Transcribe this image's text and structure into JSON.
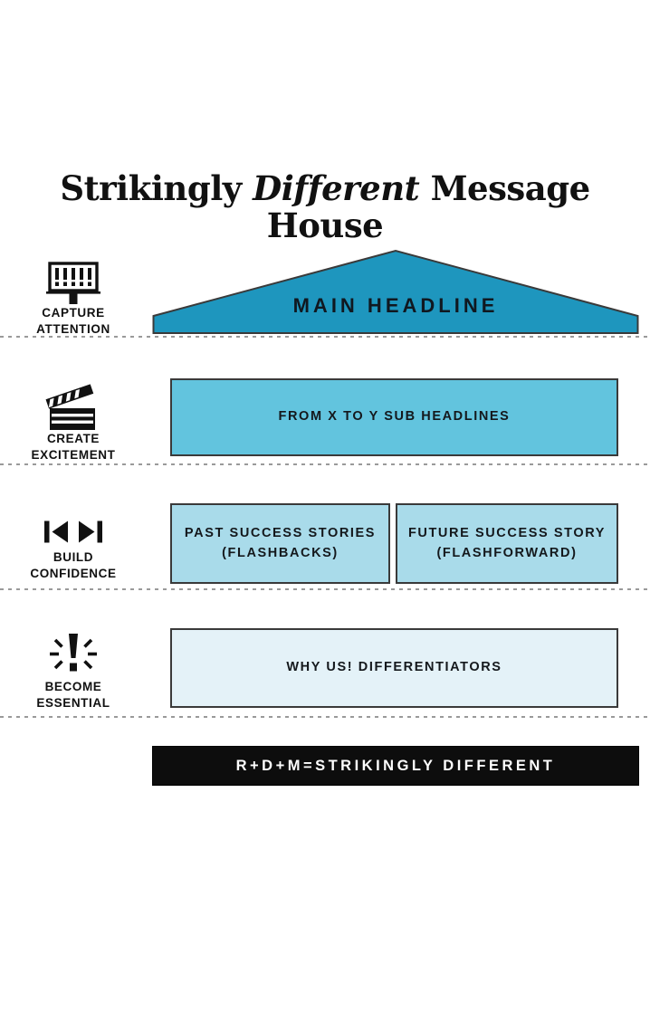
{
  "title": {
    "part1": "Strikingly ",
    "part2_italic": "Different",
    "part3": " Message House"
  },
  "sections": [
    {
      "icon": "billboard-icon",
      "label1": "CAPTURE",
      "label2": "ATTENTION",
      "box": "MAIN HEADLINE"
    },
    {
      "icon": "clapperboard-icon",
      "label1": "CREATE",
      "label2": "EXCITEMENT",
      "box": "FROM X TO Y SUB HEADLINES"
    },
    {
      "icon": "skip-back-forward-icon",
      "label1": "BUILD",
      "label2": "CONFIDENCE",
      "box_left1": "PAST SUCCESS STORIES",
      "box_left2": "(FLASHBACKS)",
      "box_right1": "FUTURE SUCCESS STORY",
      "box_right2": "(FLASHFORWARD)"
    },
    {
      "icon": "exclamation-burst-icon",
      "label1": "BECOME",
      "label2": "ESSENTIAL",
      "box": "WHY US! DIFFERENTIATORS"
    }
  ],
  "footer": {
    "text": "R+D+M=STRIKINGLY DIFFERENT"
  },
  "colors": {
    "roof": "#1e96be",
    "subheadline": "#62c4de",
    "confidence": "#a9dbea",
    "essential": "#e4f2f8",
    "footer_bg": "#0d0d0d",
    "box_border": "#3a3a3a",
    "dotted": "#9a9a9a",
    "text": "#1a1a1a"
  }
}
